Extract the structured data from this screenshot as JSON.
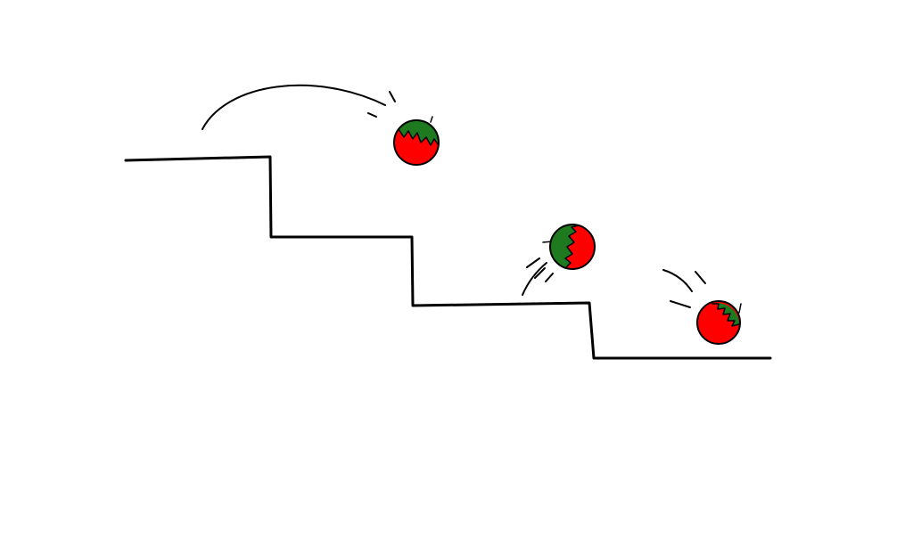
{
  "scene": {
    "background": "#ffffff",
    "line_color": "#000000",
    "ball_colors": {
      "body": "#ff0000",
      "cap": "#1f7a1f",
      "outline": "#000000"
    },
    "staircase": {
      "steps": 3
    },
    "balls": [
      {
        "name": "ball-top"
      },
      {
        "name": "ball-middle"
      },
      {
        "name": "ball-bottom"
      }
    ]
  }
}
